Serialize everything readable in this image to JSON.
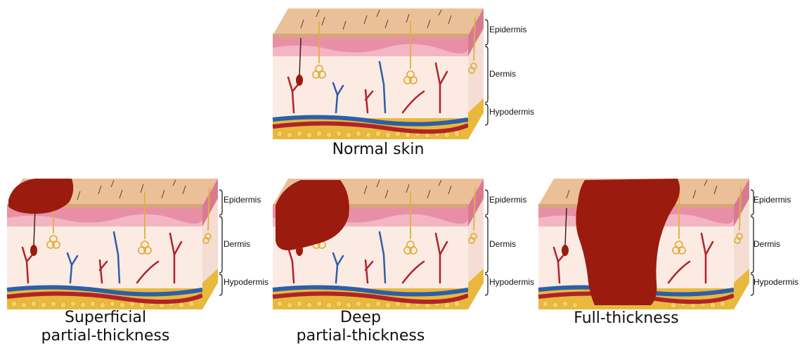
{
  "labels": {
    "epidermis": "Epidermis",
    "dermis": "Dermis",
    "hypodermis": "Hypodermis"
  },
  "panels": [
    {
      "id": "normal",
      "caption_1": "Normal skin",
      "caption_2": "",
      "burn": "none"
    },
    {
      "id": "superficial",
      "caption_1": "Superficial",
      "caption_2": "partial-thickness",
      "burn": "epidermis"
    },
    {
      "id": "deep",
      "caption_1": "Deep",
      "caption_2": "partial-thickness",
      "burn": "dermis"
    },
    {
      "id": "full",
      "caption_1": "Full-thickness",
      "caption_2": "",
      "burn": "hypodermis"
    }
  ],
  "colors": {
    "surface": "#EBC098",
    "epidermis": "#E88FA6",
    "dermis": "#FBEBE3",
    "side": "#F5DDD3",
    "hypodermis_fat": "#E8B93C",
    "artery": "#B0232A",
    "vein": "#2D5EA8",
    "nerve": "#E0B040",
    "burn": "#9B1B0E"
  }
}
